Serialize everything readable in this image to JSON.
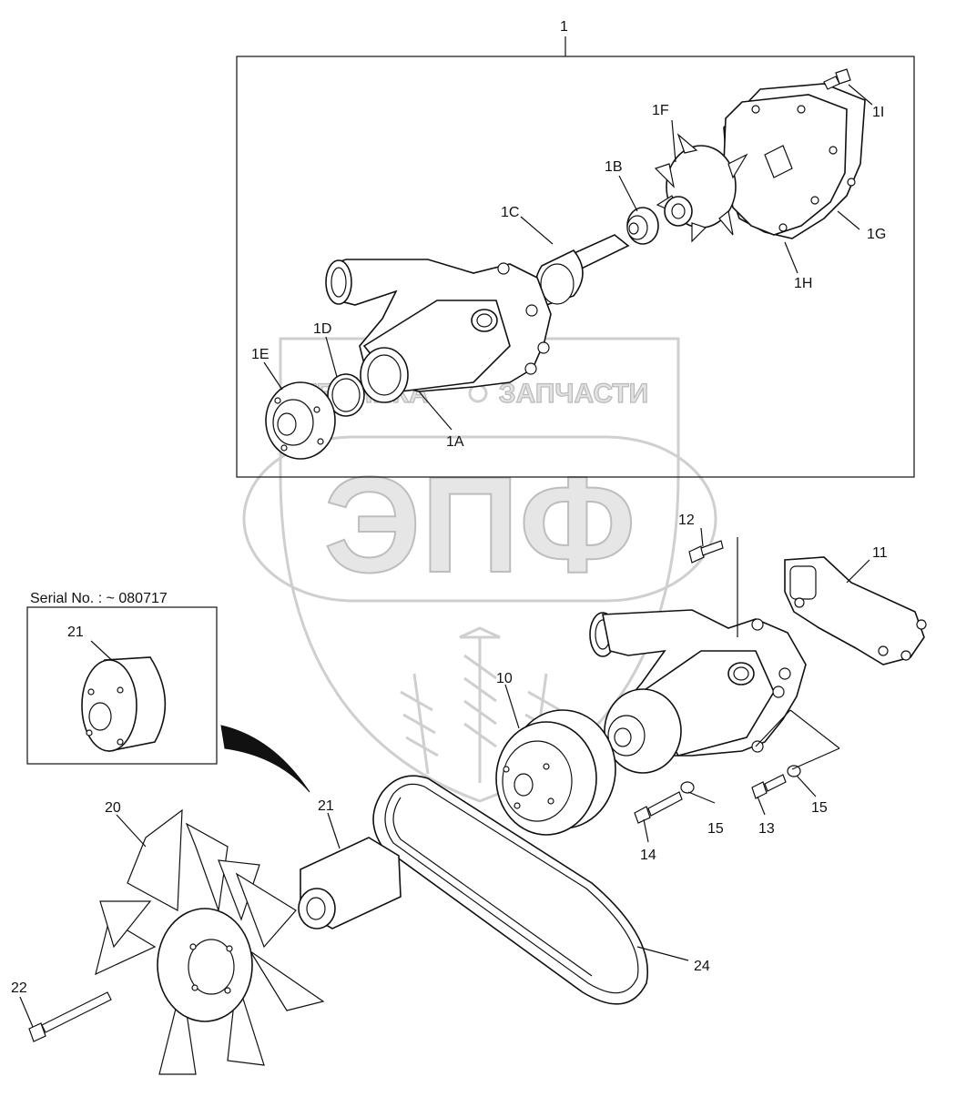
{
  "watermark": {
    "big_text": "ЭПФ",
    "left_word": "ТЕХНИКА",
    "right_word": "ЗАПЧАСТИ"
  },
  "inset": {
    "caption": "Serial No. : ~ 080717"
  },
  "labels": {
    "l1": "1",
    "l1A": "1A",
    "l1B": "1B",
    "l1C": "1C",
    "l1D": "1D",
    "l1E": "1E",
    "l1F": "1F",
    "l1G": "1G",
    "l1H": "1H",
    "l1I": "1I",
    "l10": "10",
    "l11": "11",
    "l12": "12",
    "l13": "13",
    "l14": "14",
    "l15a": "15",
    "l15b": "15",
    "l20": "20",
    "l21a": "21",
    "l21b": "21",
    "l22": "22",
    "l24": "24"
  }
}
